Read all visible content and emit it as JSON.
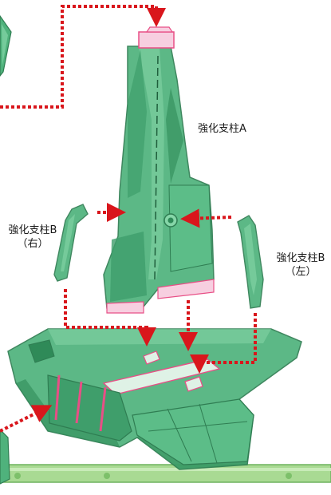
{
  "labels": {
    "strut_a": "強化支柱A",
    "strut_b_right_name": "強化支柱B",
    "strut_b_right_side": "（右）",
    "strut_b_left_name": "強化支柱B",
    "strut_b_left_side": "（左）"
  },
  "colors": {
    "part_fill": "#4fb27c",
    "part_dark": "#2f8a58",
    "part_light": "#86d6a8",
    "edge_pink": "#e84f86",
    "arrow_red": "#d9161c",
    "runner_green": "#9fd48a"
  }
}
